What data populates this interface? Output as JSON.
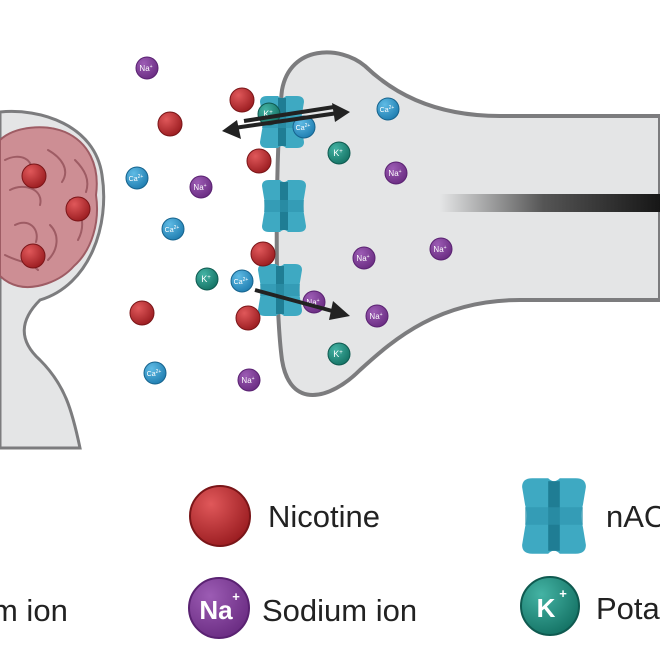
{
  "colors": {
    "background": "#ffffff",
    "neuron_fill": "#e4e5e6",
    "neuron_stroke": "#7c7c7e",
    "brain": "#cd8e94",
    "brain_dark": "#9e5c64",
    "nicotine": "#b5262a",
    "sodium": "#7b3a93",
    "calcium": "#2b92c9",
    "potassium": "#1d8c7e",
    "receptor": "#3ea9c2",
    "receptor_dark": "#1f7d94",
    "arrow": "#222222"
  },
  "ions": {
    "sodium_symbol": "Na",
    "sodium_charge": "+",
    "potassium_symbol": "K",
    "potassium_charge": "+",
    "calcium_symbol": "Ca",
    "calcium_charge": "2+"
  },
  "legend": {
    "calcium_partial": "m ion",
    "nicotine": "Nicotine",
    "receptor_partial": "nAC",
    "sodium": "Sodium ion",
    "potassium_partial": "Pota"
  },
  "icons": {
    "brain": "brain-icon",
    "nicotine": "nicotine-molecule-icon",
    "receptor": "nachr-receptor-icon",
    "axon": "axon-gradient-icon"
  }
}
